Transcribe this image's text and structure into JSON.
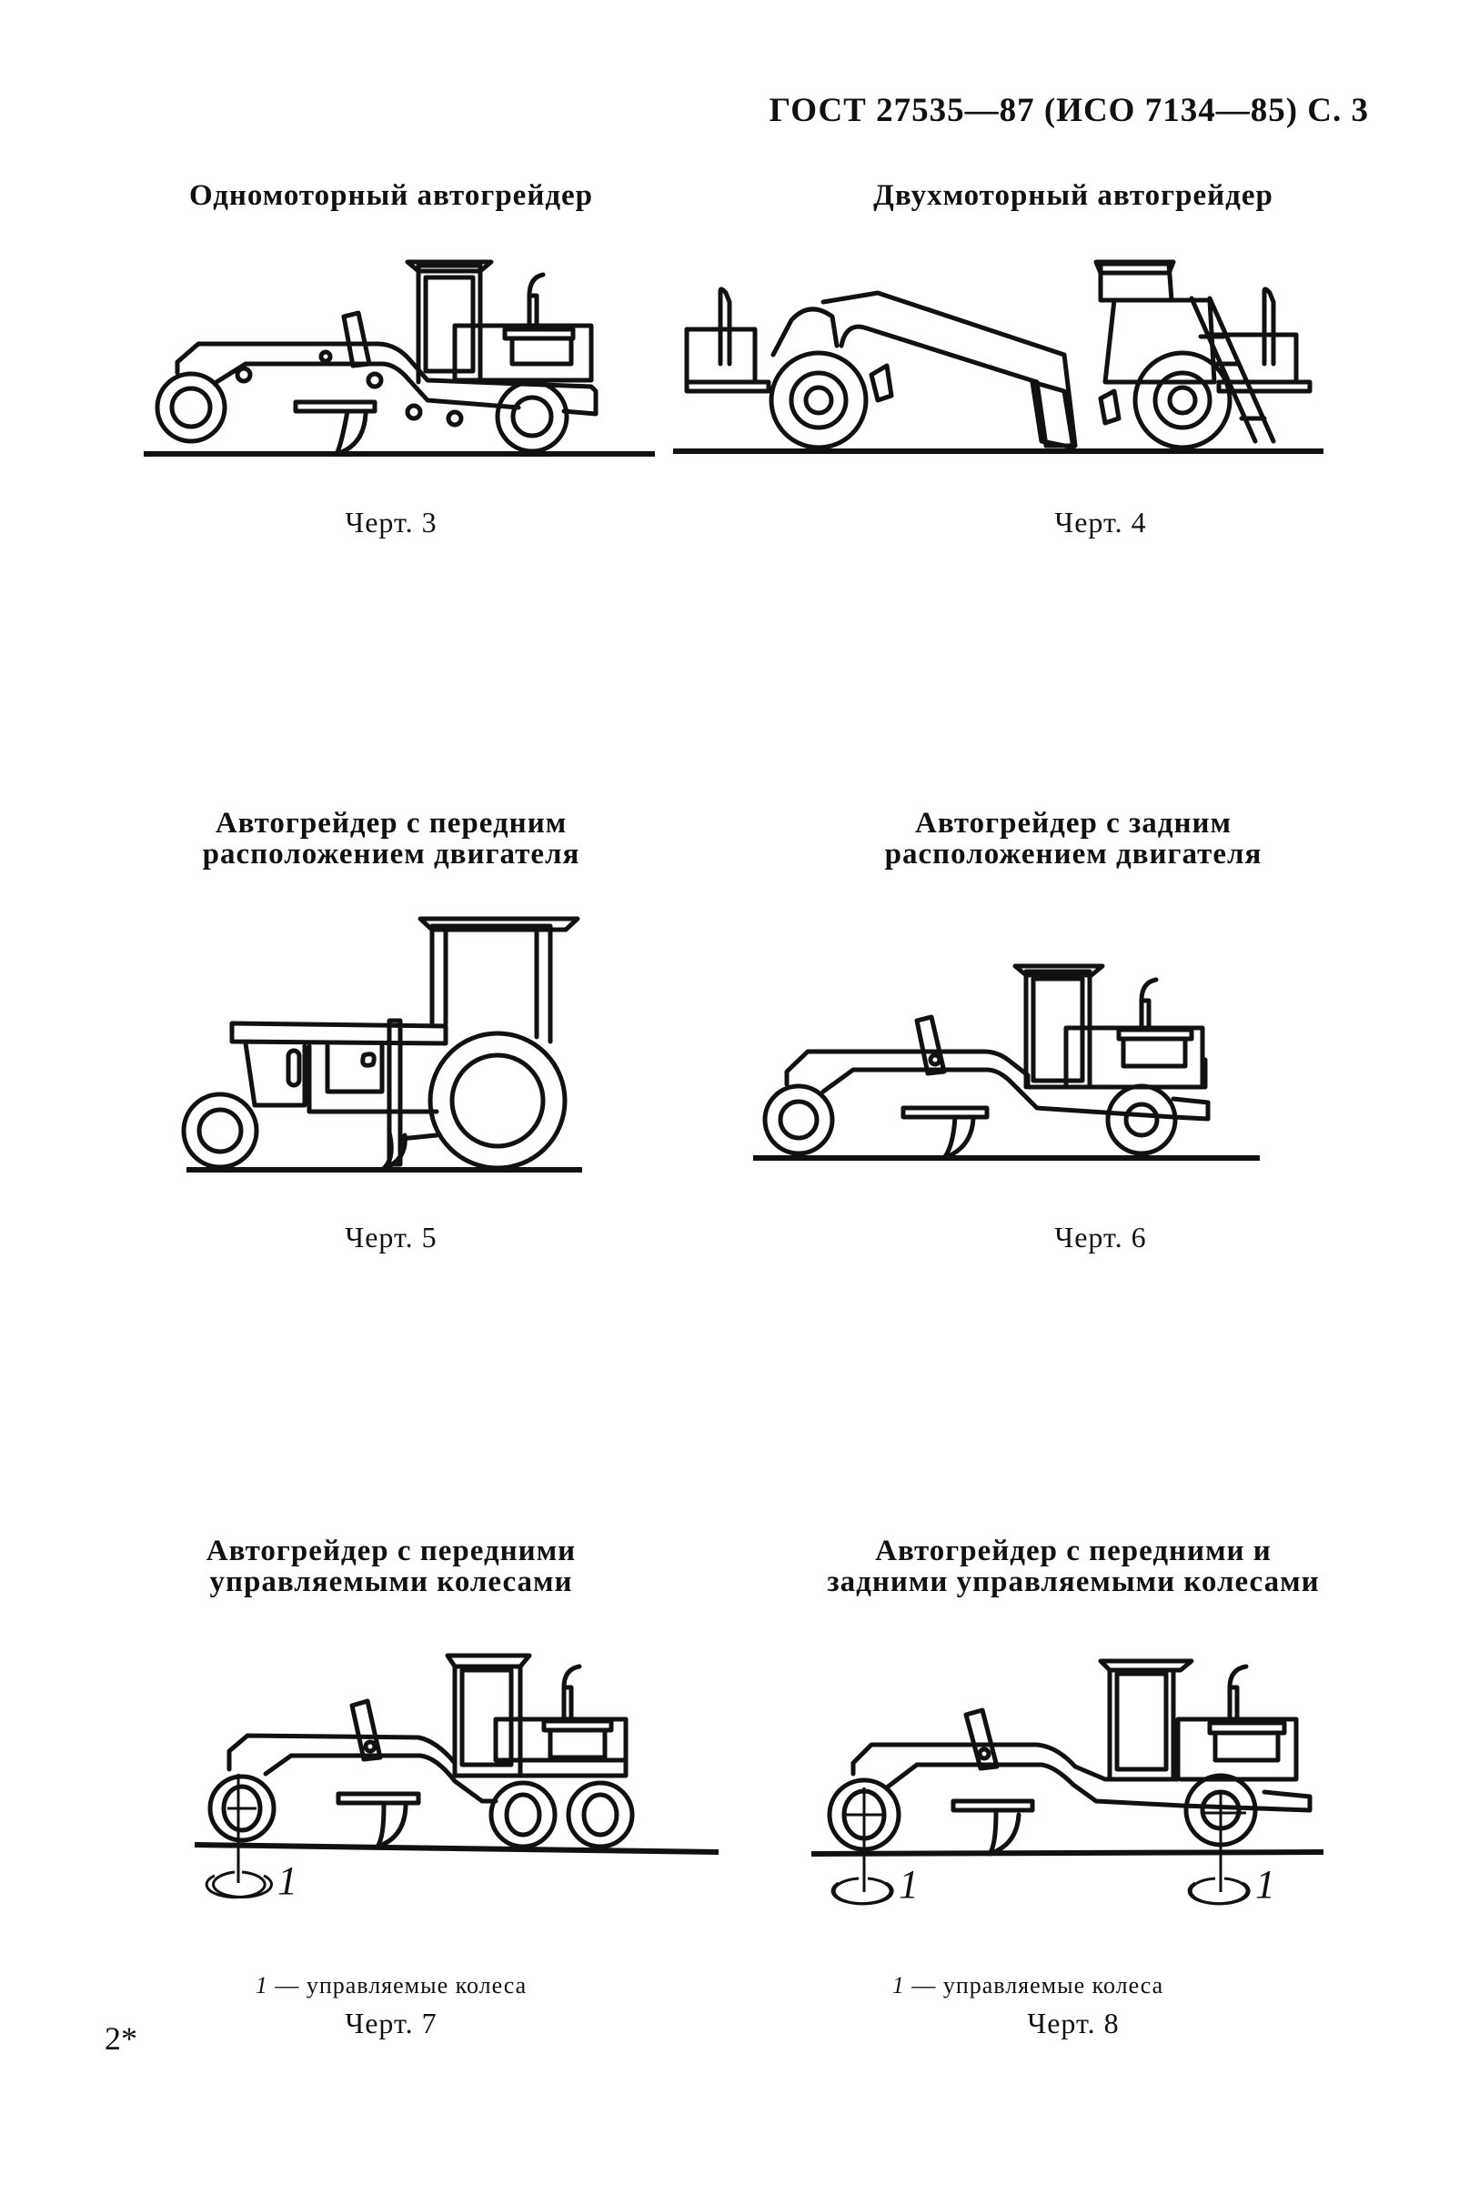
{
  "header": {
    "standard": "ГОСТ 27535—87 (ИСО 7134—85) С. 3"
  },
  "figures": [
    {
      "title_lines": [
        "Одномоторный автогрейдер"
      ],
      "caption": "Черт. 3"
    },
    {
      "title_lines": [
        "Двухмоторный автогрейдер"
      ],
      "caption": "Черт. 4"
    },
    {
      "title_lines": [
        "Автогрейдер с передним",
        "расположением двигателя"
      ],
      "caption": "Черт. 5"
    },
    {
      "title_lines": [
        "Автогрейдер с задним",
        "расположением двигателя"
      ],
      "caption": "Черт. 6"
    },
    {
      "title_lines": [
        "Автогрейдер с передними",
        "управляемыми колесами"
      ],
      "caption": "Черт. 7",
      "legend": {
        "number": "1",
        "text": " — управляемые колеса"
      },
      "steer_marker": "1"
    },
    {
      "title_lines": [
        "Автогрейдер с передними и",
        "задними управляемыми колесами"
      ],
      "caption": "Черт. 8",
      "legend": {
        "number": "1",
        "text": " — управляемые колеса"
      },
      "steer_marker": "1"
    }
  ],
  "footer": {
    "page_mark": "2*"
  }
}
